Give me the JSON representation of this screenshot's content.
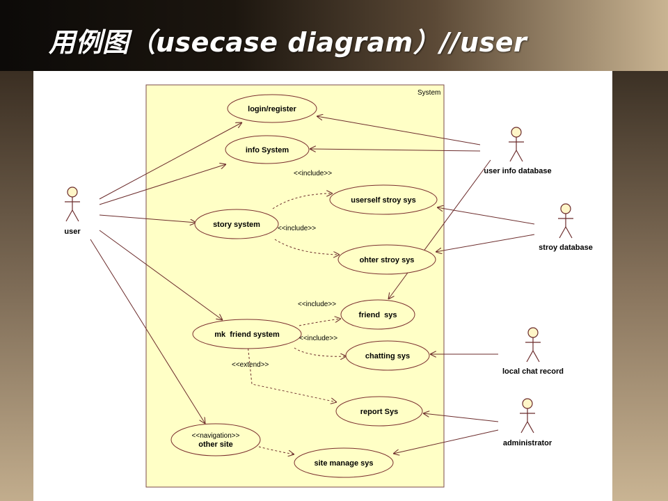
{
  "slide": {
    "title": "用例图（usecase diagram）//user"
  },
  "diagram": {
    "system_label": "System",
    "actors": {
      "user": "user",
      "user_info_database": "user info database",
      "stroy_database": "stroy database",
      "local_chat_record": "local chat record",
      "administrator": "administrator"
    },
    "use_cases": {
      "login_register": "login/register",
      "info_system": "info System",
      "story_system": "story system",
      "userself_stroy_sys": "userself stroy sys",
      "ohter_stroy_sys": "ohter stroy sys",
      "friend_sys": "friend  sys",
      "mk_friend_system": "mk  friend system",
      "chatting_sys": "chatting sys",
      "report_sys": "report Sys",
      "other_site_stereotype": "<<navigation>>",
      "other_site": "other site",
      "site_manage_sys": "site manage sys"
    },
    "stereotypes": {
      "include_1": "<<include>>",
      "include_2": "<<include>>",
      "include_3": "<<include>>",
      "include_4": "<<include>>",
      "extend": "<<extend>>"
    },
    "colors": {
      "system_fill": "#ffffc6",
      "line": "#6b2b2b",
      "ellipse_border": "#7a2e2e"
    }
  }
}
